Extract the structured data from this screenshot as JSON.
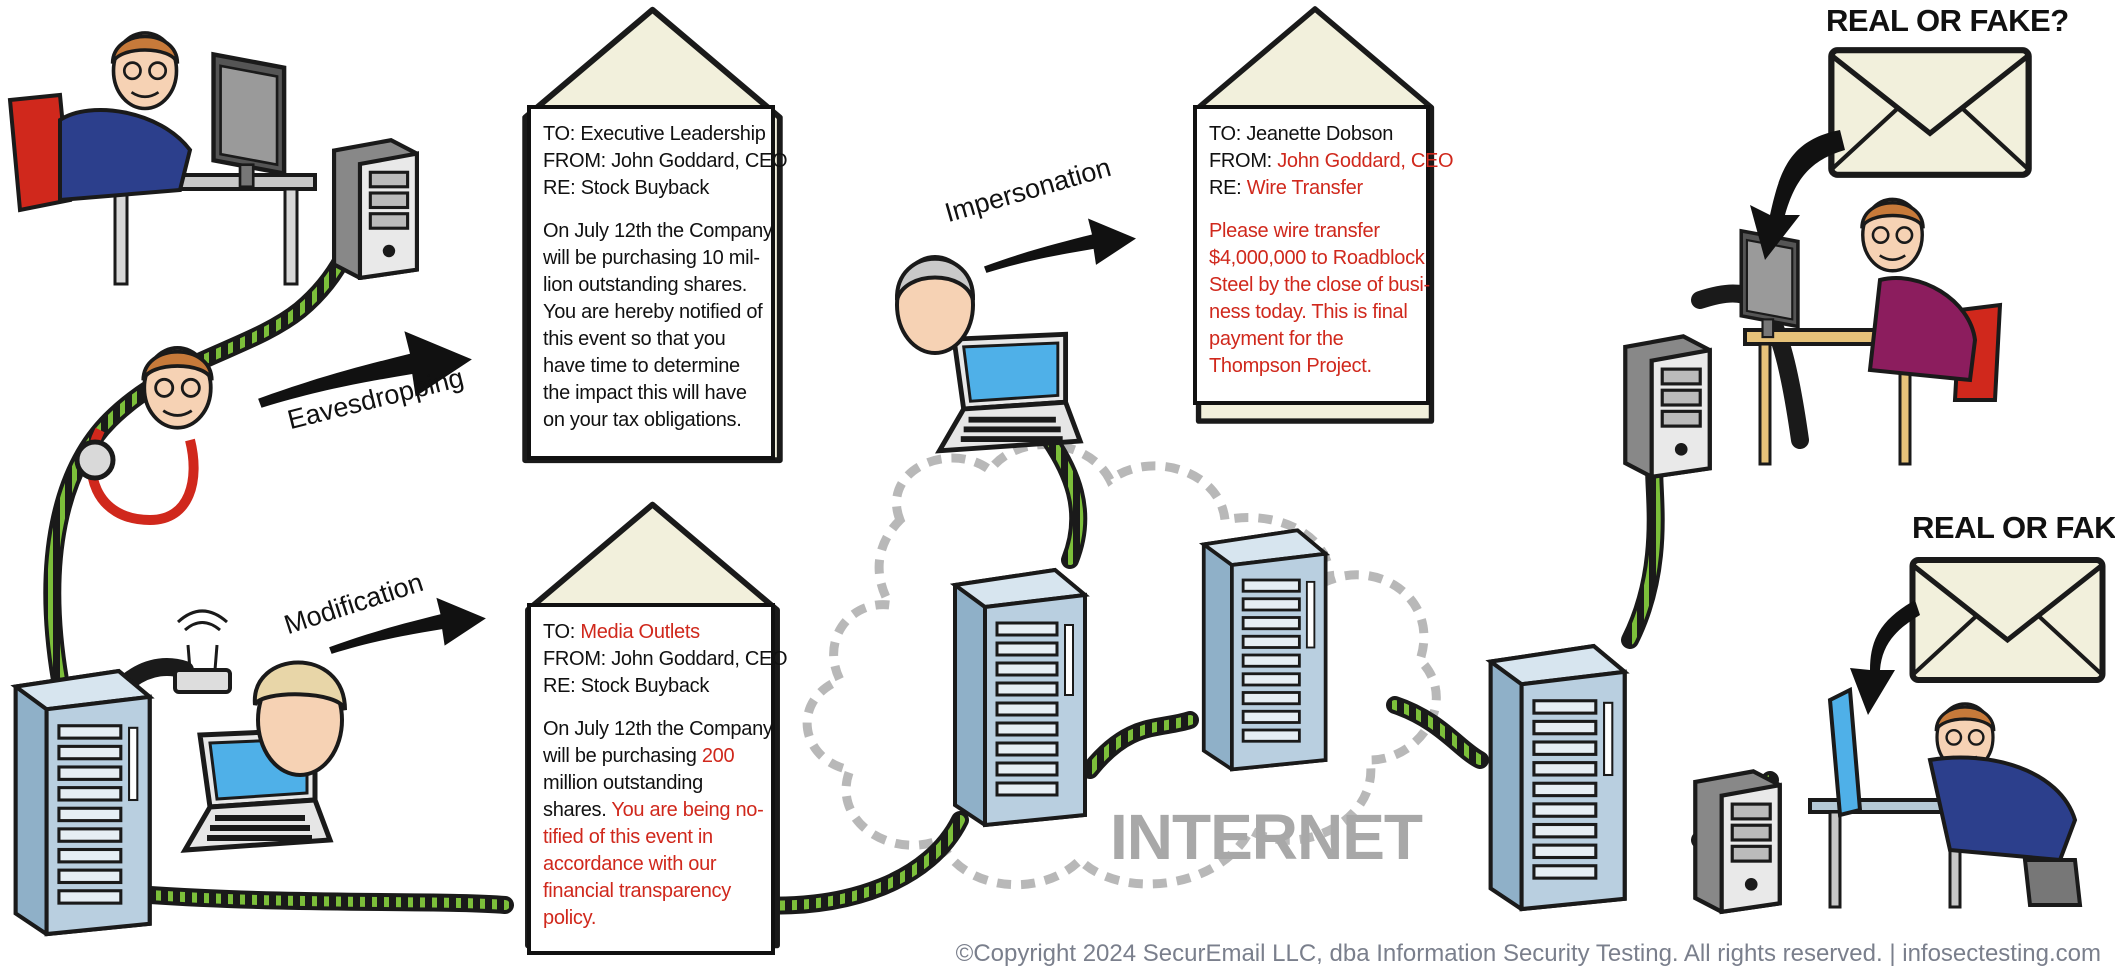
{
  "emails": {
    "original": {
      "to": "TO: Executive Leadership",
      "from": "FROM: John Goddard, CEO",
      "re": "RE: Stock Buyback",
      "body": [
        "On July 12th the Company",
        "will be purchasing 10 mil-",
        "lion outstanding shares.",
        "You are hereby notified of",
        "this event so that you",
        "have time to determine",
        "the impact this will have",
        "on your tax obligations."
      ]
    },
    "impersonation": {
      "to": "TO: Jeanette Dobson",
      "from_label": "FROM: ",
      "from_value": "John Goddard, CEO",
      "re_label": "RE: ",
      "re_value": "Wire Transfer",
      "body": [
        "Please wire transfer",
        "$4,000,000 to Roadblock",
        "Steel by the close of busi-",
        "ness today.  This is final",
        "payment for the",
        "Thompson Project."
      ]
    },
    "modified": {
      "to_label": "TO: ",
      "to_value": "Media Outlets",
      "from": "FROM: John Goddard, CEO",
      "re": "RE: Stock Buyback",
      "body_1": "On July 12th the Company",
      "body_2a": "will be purchasing ",
      "body_2b": "200",
      "body_3": "million outstanding",
      "body_4a": "shares.  ",
      "body_4b": "You are being no-",
      "body_red": [
        "tified of this event in",
        "accordance with our",
        "financial transparency",
        "policy."
      ]
    }
  },
  "labels": {
    "eavesdropping": "Eavesdropping",
    "modification": "Modification",
    "impersonation": "Impersonation",
    "real_or_fake_1": "REAL OR FAKE?",
    "real_or_fake_2": "REAL OR FAKE?",
    "internet": "INTERNET"
  },
  "footer": {
    "copyright": "©Copyright 2024 SecurEmail LLC, dba Information Security Testing. All rights reserved.  |  infosectesting.com"
  },
  "colors": {
    "cable_green": "#7cbf3a",
    "alert_red": "#d0281c",
    "envelope_fill": "#f2f0dc",
    "server_blue": "#b9cfe0",
    "copyright_gray": "#7a7f8c"
  }
}
